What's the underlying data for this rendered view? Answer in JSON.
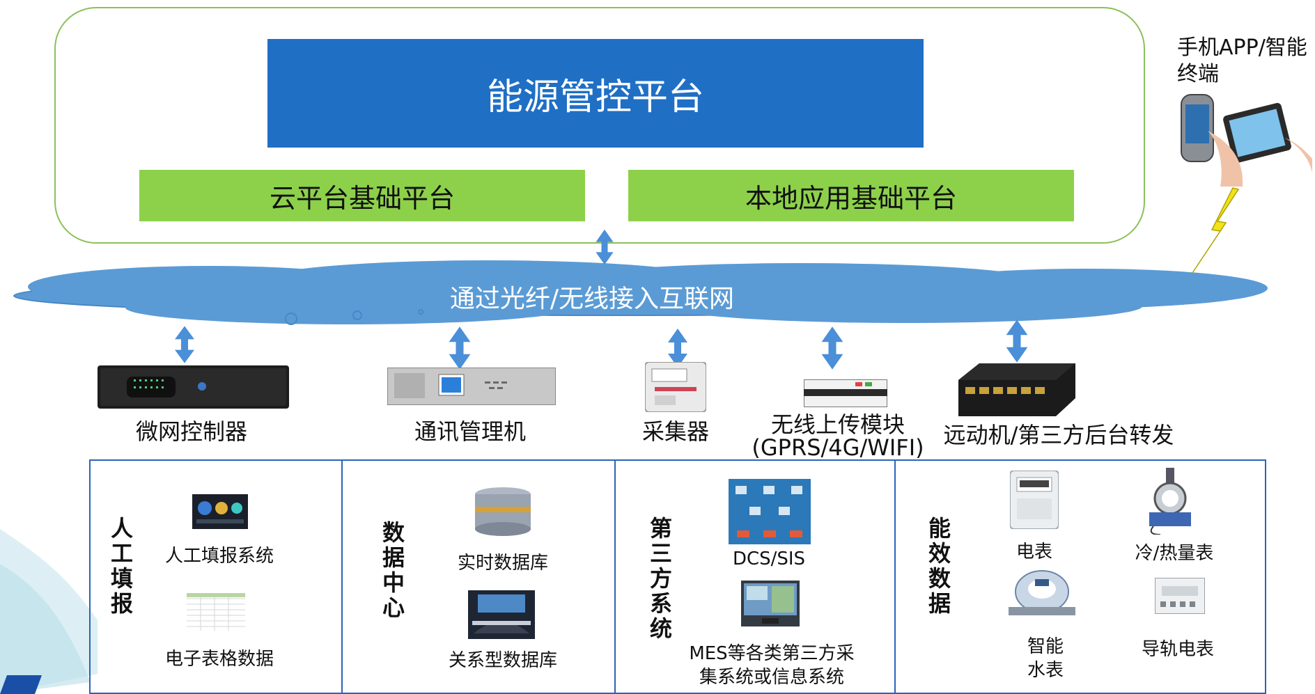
{
  "platform": {
    "title": "能源管控平台",
    "cloud_base": "云平台基础平台",
    "local_base": "本地应用基础平台"
  },
  "network": {
    "label": "通过光纤/无线接入互联网"
  },
  "mobile": {
    "label": "手机APP/智能终端"
  },
  "devices": [
    {
      "label": "微网控制器",
      "icon": "microgrid-controller-icon"
    },
    {
      "label": "通讯管理机",
      "icon": "communication-manager-icon"
    },
    {
      "label": "采集器",
      "icon": "collector-icon"
    },
    {
      "label": "无线上传模块",
      "sublabel": "(GPRS/4G/WIFI)",
      "icon": "wireless-module-icon"
    },
    {
      "label": "远动机/第三方后台转发",
      "icon": "rtu-forwarder-icon"
    }
  ],
  "sources": [
    {
      "title": "人工填报",
      "items": [
        "人工填报系统",
        "电子表格数据"
      ]
    },
    {
      "title": "数据中心",
      "items": [
        "实时数据库",
        "关系型数据库"
      ]
    },
    {
      "title": "第三方系统",
      "items": [
        "DCS/SIS",
        "MES等各类第三方采",
        "集系统或信息系统"
      ]
    },
    {
      "title": "能效数据",
      "items": [
        "电表",
        "冷/热量表",
        "智能",
        "水表",
        "导轨电表"
      ]
    }
  ],
  "colors": {
    "platform_blue": "#1f6fc5",
    "base_green": "#8dd14a",
    "frame_green": "#8cc05a",
    "cloud_blue": "#5b9bd5",
    "arrow_blue": "#4a8fd8",
    "table_border": "#2a64b8"
  }
}
